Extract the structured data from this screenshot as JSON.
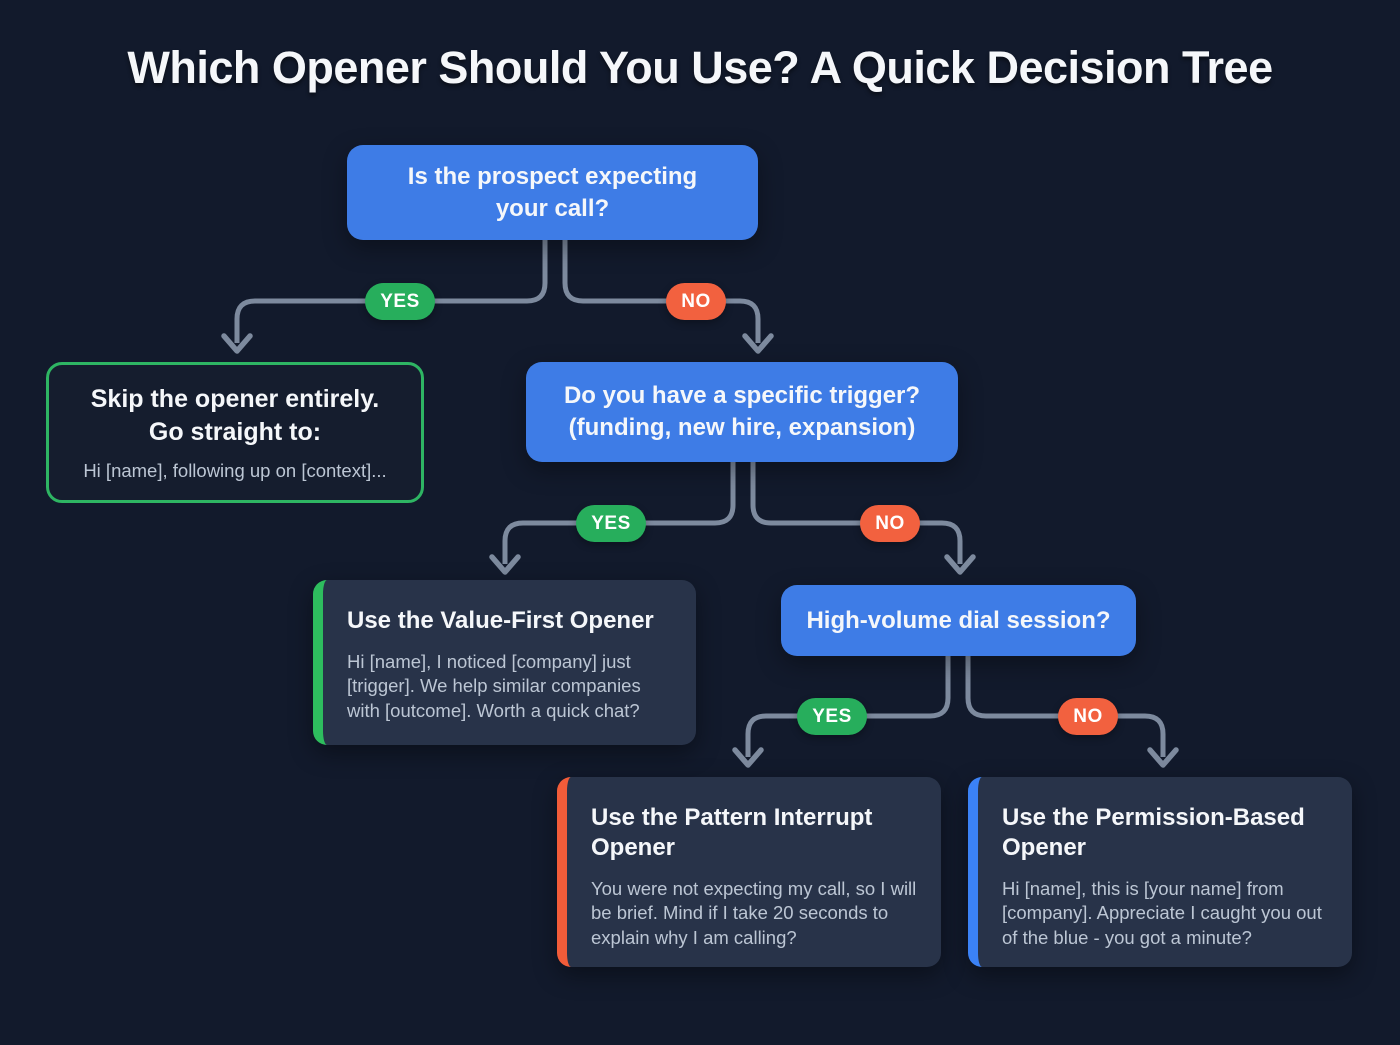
{
  "title": "Which Opener Should You Use? A Quick Decision Tree",
  "colors": {
    "background": "#121a2c",
    "panel": "#283349",
    "accent_blue": "#3e7ce6",
    "accent_green": "#27ae5c",
    "accent_orange": "#f2613f",
    "strip_green": "#2ebd5e",
    "strip_orange": "#f25c39",
    "strip_blue": "#3b82f6",
    "connector": "#7d8a9e",
    "result_border": "#2eb563",
    "text_primary": "#f5f7fa",
    "text_secondary": "#bcc6d4"
  },
  "badges": {
    "yes": "YES",
    "no": "NO"
  },
  "tree": {
    "root_question": "Is the prospect expecting\nyour call?",
    "skip_result": {
      "heading": "Skip the opener entirely.\nGo straight to:",
      "script": "Hi [name], following up on [context]..."
    },
    "trigger_question": "Do you have a specific trigger?\n(funding, new hire, expansion)",
    "value_first": {
      "title": "Use the Value-First Opener",
      "script": "Hi [name], I noticed [company] just [trigger]. We help similar companies with [outcome]. Worth a quick chat?"
    },
    "volume_question": "High-volume dial session?",
    "pattern_interrupt": {
      "title": "Use the Pattern Interrupt Opener",
      "script": "You were not expecting my call, so I will be brief. Mind if I take 20 seconds to explain why I am calling?"
    },
    "permission_based": {
      "title": "Use the Permission-Based Opener",
      "script": "Hi [name], this is [your name] from [company]. Appreciate I caught you out of the blue - you got a minute?"
    }
  }
}
